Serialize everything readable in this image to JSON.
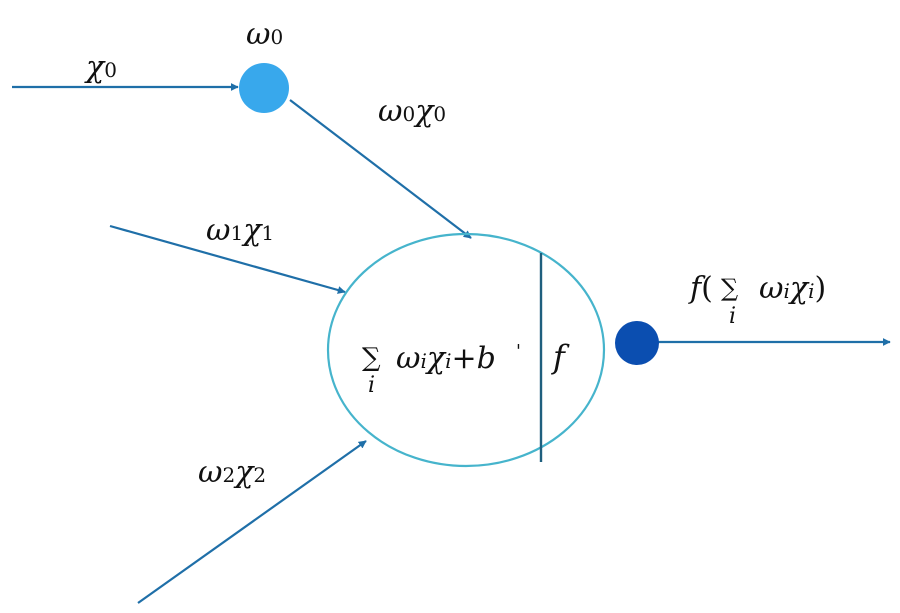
{
  "diagram": {
    "colors": {
      "arrow": "#1f6fa8",
      "neuron_outline": "#46b4cc",
      "divider": "#1f5f7e",
      "input_node": "#38a8ec",
      "output_node": "#0b4eb0",
      "text": "#111111"
    },
    "input_label": {
      "base": "χ",
      "sub": "0"
    },
    "weight_label": {
      "base": "ω",
      "sub": "0"
    },
    "weighted_inputs": [
      {
        "w": "ω",
        "w_sub": "0",
        "x": "χ",
        "x_sub": "0"
      },
      {
        "w": "ω",
        "w_sub": "1",
        "x": "χ",
        "x_sub": "1"
      },
      {
        "w": "ω",
        "w_sub": "2",
        "x": "χ",
        "x_sub": "2"
      }
    ],
    "summation": {
      "sigma": "∑",
      "index": "i",
      "w": "ω",
      "w_sub": "i",
      "x": "χ",
      "x_sub": "i",
      "plus": "+",
      "bias": "b",
      "tick": "'"
    },
    "activation": "f",
    "output": {
      "fn": "f",
      "open": "(",
      "sigma": "∑",
      "index": "i",
      "w": "ω",
      "w_sub": "i",
      "x": "χ",
      "x_sub": "i",
      "close": ")"
    }
  }
}
